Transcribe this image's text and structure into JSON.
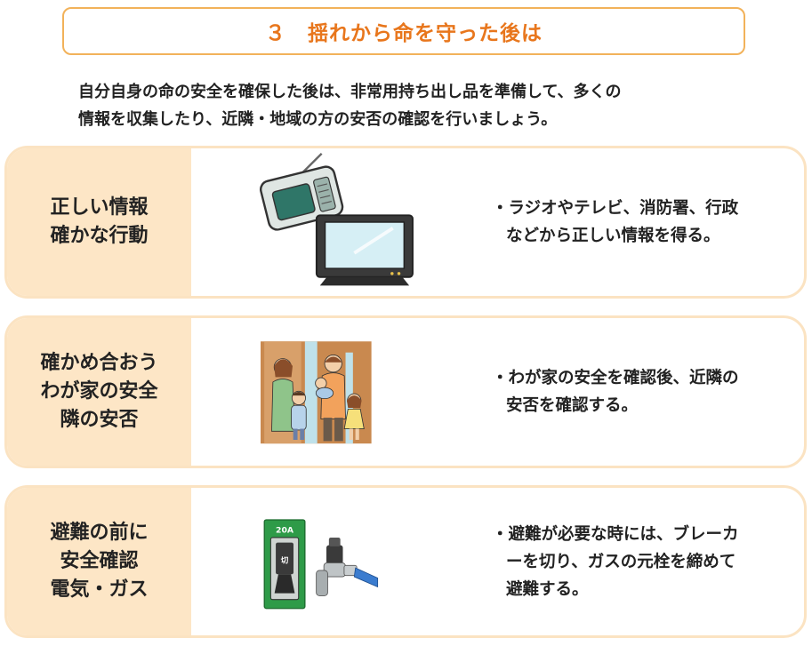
{
  "title": "３　揺れから命を守った後は",
  "intro": {
    "line1": "自分自身の命の安全を確保した後は、非常用持ち出し品を準備して、多くの",
    "line2": "情報を収集したり、近隣・地域の方の安否の確認を行いましょう。"
  },
  "cards": [
    {
      "heading": [
        "正しい情報",
        "確かな行動"
      ],
      "text": [
        "・ラジオやテレビ、消防署、行政",
        "などから正しい情報を得る。"
      ],
      "illustration": "radio-and-tv"
    },
    {
      "heading": [
        "確かめ合おう",
        "わが家の安全",
        "隣の安否"
      ],
      "text": [
        "・わが家の安全を確認後、近隣の",
        "安否を確認する。"
      ],
      "illustration": "family-at-door"
    },
    {
      "heading": [
        "避難の前に",
        "安全確認",
        "電気・ガス"
      ],
      "text": [
        "・避難が必要な時には、ブレーカ",
        "ーを切り、ガスの元栓を締めて",
        "避難する。"
      ],
      "illustration": "breaker-and-gas-valve",
      "breaker_amp": "20A",
      "breaker_label": "切"
    }
  ],
  "colors": {
    "title_text": "#e8761c",
    "title_border": "#f2b25a",
    "card_left_bg": "#fde6c6",
    "card_border": "#fbe3c2"
  }
}
